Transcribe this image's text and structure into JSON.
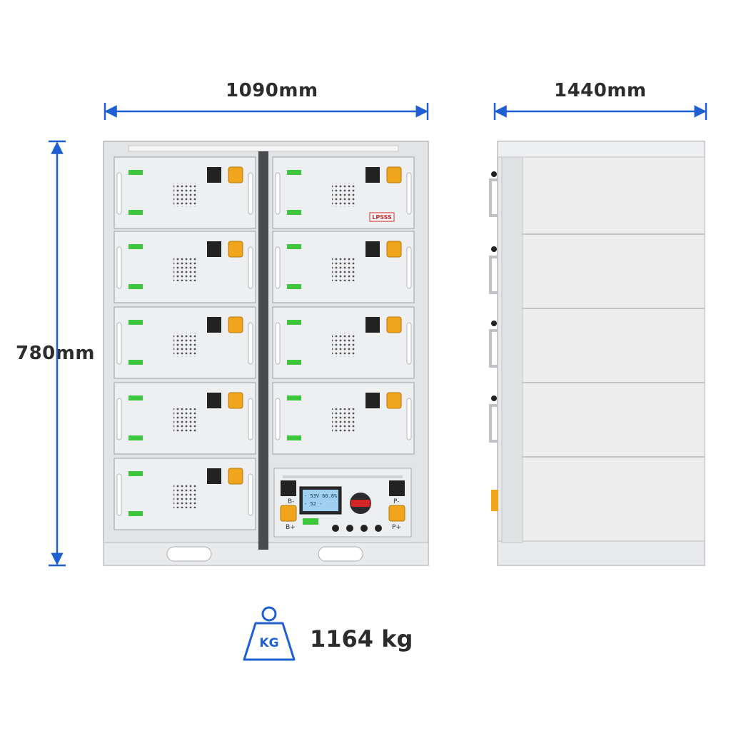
{
  "dimensions": {
    "width_label": "1090mm",
    "depth_label": "1440mm",
    "height_label": "780mm"
  },
  "weight": {
    "icon_text": "KG",
    "label": "1164 kg"
  },
  "front": {
    "brand_badge": "LPSSS",
    "bms": {
      "display_line1": "- 53V 66.6%",
      "display_line2": "- 52 - ",
      "b_minus": "B-",
      "b_plus": "B+",
      "p_minus": "P-",
      "p_plus": "P+"
    }
  },
  "colors": {
    "dimension_line": "#1f5fd1",
    "cabinet": "#e9eaec",
    "module": "#eeeff1",
    "connector_orange": "#f0a51c",
    "connector_black": "#222222",
    "green_led": "#3ec63e",
    "handle_red": "#d22626"
  },
  "icons": {
    "weight": "weight-icon",
    "fan": "fan-grille-icon",
    "switch": "rotary-switch-icon"
  }
}
